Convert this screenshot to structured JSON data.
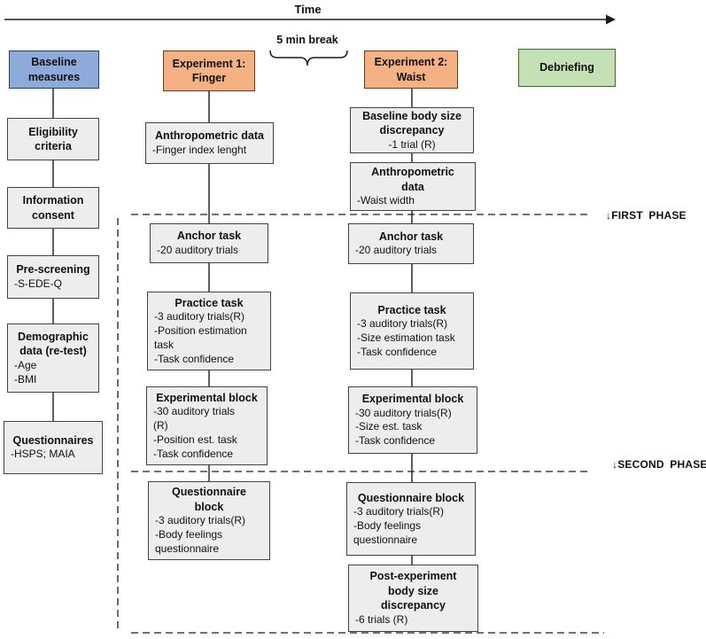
{
  "timeline_label": "Time",
  "break_label": "5 min break",
  "phase_first": "↓FIRST PHASE",
  "phase_second": "↓SECOND PHASE",
  "colors": {
    "baseline_header_fill": "#8EAADB",
    "experiment_header_fill": "#F4B183",
    "debriefing_header_fill": "#C5E0B4",
    "process_box_fill": "#EDEDED",
    "line_color": "#1c1c1c"
  },
  "baseline": {
    "header": [
      "Baseline",
      "measures"
    ],
    "boxes": [
      {
        "title": [
          "Eligibility",
          "criteria"
        ],
        "items": []
      },
      {
        "title": [
          "Information",
          "consent"
        ],
        "items": []
      },
      {
        "title": [
          "Pre-screening"
        ],
        "items": [
          "-S-EDE-Q"
        ]
      },
      {
        "title": [
          "Demographic",
          "data (re-test)"
        ],
        "items": [
          "-Age",
          "-BMI"
        ]
      },
      {
        "title": [
          "Questionnaires"
        ],
        "items": [
          "-HSPS; MAIA"
        ]
      }
    ]
  },
  "experiment1": {
    "header": [
      "Experiment 1:",
      "Finger"
    ],
    "boxes": [
      {
        "title": [
          "Anthropometric data"
        ],
        "items": [
          "-Finger index lenght"
        ]
      },
      {
        "title": [
          "Anchor task"
        ],
        "items": [
          "-20 auditory trials"
        ]
      },
      {
        "title": [
          "Practice task"
        ],
        "items": [
          "-3 auditory trials(R)",
          "-Position estimation",
          "task",
          "-Task confidence"
        ]
      },
      {
        "title": [
          "Experimental block"
        ],
        "items": [
          "-30 auditory trials",
          "(R)",
          "-Position est. task",
          "-Task confidence"
        ]
      },
      {
        "title": [
          "Questionnaire",
          "block"
        ],
        "items": [
          "-3 auditory trials(R)",
          "-Body feelings",
          "questionnaire"
        ]
      }
    ]
  },
  "experiment2": {
    "header": [
      "Experiment 2:",
      "Waist"
    ],
    "boxes": [
      {
        "title": [
          "Baseline body size",
          "discrepancy"
        ],
        "items": [
          "-1 trial (R)"
        ]
      },
      {
        "title": [
          "Anthropometric",
          "data"
        ],
        "items": [
          "-Waist width"
        ]
      },
      {
        "title": [
          "Anchor task"
        ],
        "items": [
          "-20 auditory trials"
        ]
      },
      {
        "title": [
          "Practice task"
        ],
        "items": [
          "-3 auditory trials(R)",
          "-Size estimation task",
          "-Task confidence"
        ]
      },
      {
        "title": [
          "Experimental block"
        ],
        "items": [
          "-30 auditory trials(R)",
          "-Size est. task",
          "-Task confidence"
        ]
      },
      {
        "title": [
          "Questionnaire block"
        ],
        "items": [
          "-3 auditory trials(R)",
          "-Body feelings",
          "questionnaire"
        ]
      },
      {
        "title": [
          "Post-experiment",
          "body size",
          "discrepancy"
        ],
        "items": [
          "-6 trials (R)"
        ]
      }
    ]
  },
  "debriefing": {
    "header": [
      "Debriefing"
    ]
  }
}
